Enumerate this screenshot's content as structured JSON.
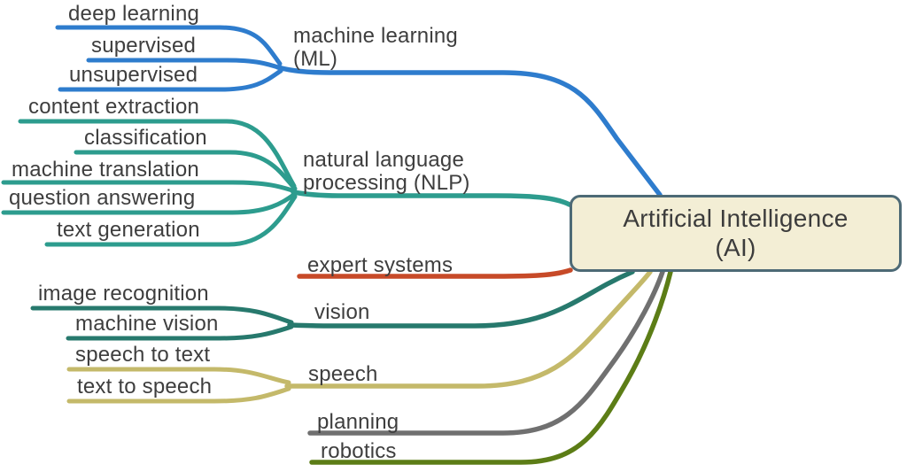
{
  "background": "#ffffff",
  "text_color": "#3e3e3e",
  "root": {
    "lines": [
      "Artificial Intelligence",
      "(AI)"
    ],
    "fill": "#f3eed5",
    "border": "#4d6a76"
  },
  "branches": [
    {
      "name": "machine-learning",
      "lines": [
        "machine learning",
        "(ML)"
      ],
      "color": "#2e7ccd",
      "children": [
        "deep learning",
        "supervised",
        "unsupervised"
      ]
    },
    {
      "name": "natural-language-processing",
      "lines": [
        "natural language",
        "processing (NLP)"
      ],
      "color": "#2d9c8e",
      "children": [
        "content extraction",
        "classification",
        "machine translation",
        "question answering",
        "text generation"
      ]
    },
    {
      "name": "expert-systems",
      "lines": [
        "expert systems"
      ],
      "color": "#c74a28",
      "children": []
    },
    {
      "name": "vision",
      "lines": [
        "vision"
      ],
      "color": "#27796d",
      "children": [
        "image recognition",
        "machine vision"
      ]
    },
    {
      "name": "speech",
      "lines": [
        "speech"
      ],
      "color": "#c4b96a",
      "children": [
        "speech to text",
        "text to speech"
      ]
    },
    {
      "name": "planning",
      "lines": [
        "planning"
      ],
      "color": "#707070",
      "children": []
    },
    {
      "name": "robotics",
      "lines": [
        "robotics"
      ],
      "color": "#5c7d16",
      "children": []
    }
  ]
}
